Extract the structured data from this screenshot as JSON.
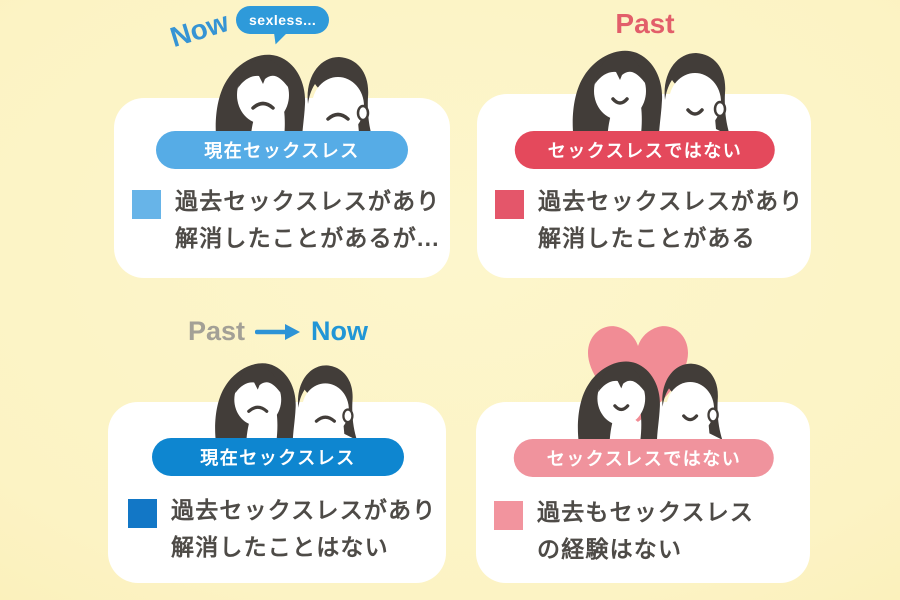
{
  "palette": {
    "background": "#FCF3C4",
    "card": "#FFFFFF",
    "hair": "#423D39",
    "body_text": "#4E4B47",
    "light_blue_badge": "#56ACE6",
    "light_blue_bullet": "#67B4E8",
    "strong_blue_badge": "#0E86D0",
    "strong_blue_bullet": "#1277C6",
    "red_badge": "#E4495C",
    "red_bullet": "#E4566A",
    "pink_badge": "#F0939D",
    "pink_bullet": "#F2949E",
    "heart_pink": "#F18C95",
    "now_label_blue": "#3694D4",
    "bubble_blue": "#2E9ADA",
    "past_label_red": "#E25E6A",
    "past_label_gray": "#A3A096",
    "arrow_blue": "#2D93D6"
  },
  "quadrants": [
    {
      "name": "now-sexless-previously-resolved",
      "time_label": "Now",
      "bubble_text": "sexless...",
      "mood": "sad",
      "badge_label": "現在セックスレス",
      "badge_color": "#56ACE6",
      "bullet_color": "#67B4E8",
      "lines": [
        "過去セックスレスがあり",
        "解消したことがあるが..."
      ]
    },
    {
      "name": "past-sexless-resolved",
      "time_label": "Past",
      "mood": "happy",
      "badge_label": "セックスレスではない",
      "badge_color": "#E4495C",
      "bullet_color": "#E4566A",
      "lines": [
        "過去セックスレスがあり",
        "解消したことがある"
      ]
    },
    {
      "name": "past-to-now-still-sexless",
      "time_label_past": "Past",
      "time_label_now": "Now",
      "mood": "sad",
      "badge_label": "現在セックスレス",
      "badge_color": "#0E86D0",
      "bullet_color": "#1277C6",
      "lines": [
        "過去セックスレスがあり",
        "解消したことはない"
      ]
    },
    {
      "name": "never-sexless",
      "mood": "happy",
      "badge_label": "セックスレスではない",
      "badge_color": "#F0939D",
      "bullet_color": "#F2949E",
      "lines": [
        "過去もセックスレス",
        "の経験はない"
      ]
    }
  ]
}
